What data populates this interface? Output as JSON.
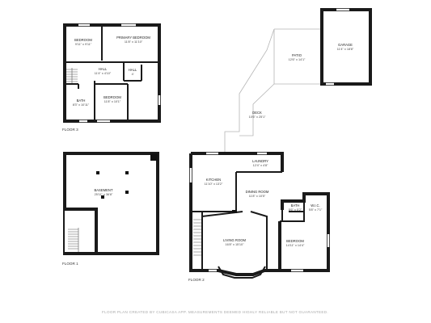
{
  "rooms": {
    "bedroom_upper_left": {
      "name": "BEDROOM",
      "dim": "9'11\" x 9'11\""
    },
    "primary_bedroom": {
      "name": "PRIMARY BEDROOM",
      "dim": "11'8\" x 11'10\""
    },
    "hall_upper": {
      "name": "HALL",
      "dim": "11'4\" x 4'10\""
    },
    "hall_small": {
      "name": "HALL",
      "dim": "4'"
    },
    "bath_upper": {
      "name": "BATH",
      "dim": "8'3\" x 10'11\""
    },
    "bedroom_upper_right": {
      "name": "BEDROOM",
      "dim": "11'8\" x 10'1\""
    },
    "basement": {
      "name": "BASEMENT",
      "dim": "25'11\" x 36'8\""
    },
    "patio": {
      "name": "PATIO",
      "dim": "12'6\" x 14'1\""
    },
    "garage": {
      "name": "GARAGE",
      "dim": "11'4\" x 18'8\""
    },
    "deck": {
      "name": "DECK",
      "dim": "10'6\" x 25'1\""
    },
    "laundry": {
      "name": "LAUNDRY",
      "dim": "12'4\" x 4'8\""
    },
    "kitchen": {
      "name": "KITCHEN",
      "dim": "11'10\" x 13'2\""
    },
    "dining_room": {
      "name": "DINING ROOM",
      "dim": "11'8\" x 10'5\""
    },
    "bath_main": {
      "name": "BATH",
      "dim": "5'6\" x 5'2\""
    },
    "wic": {
      "name": "W.I.C.",
      "dim": "5'8\" x 7'1\""
    },
    "living_room": {
      "name": "LIVING ROOM",
      "dim": "16'8\" x 15'10\""
    },
    "bedroom_main": {
      "name": "BEDROOM",
      "dim": "14'11\" x 14'4\""
    }
  },
  "floor_labels": {
    "floor3": "FLOOR 3",
    "floor1": "FLOOR 1",
    "floor2": "FLOOR 2"
  },
  "footer": "FLOOR PLAN CREATED BY CUBICASA APP. MEASUREMENTS DEEMED HIGHLY RELIABLE BUT NOT GUARANTEED."
}
